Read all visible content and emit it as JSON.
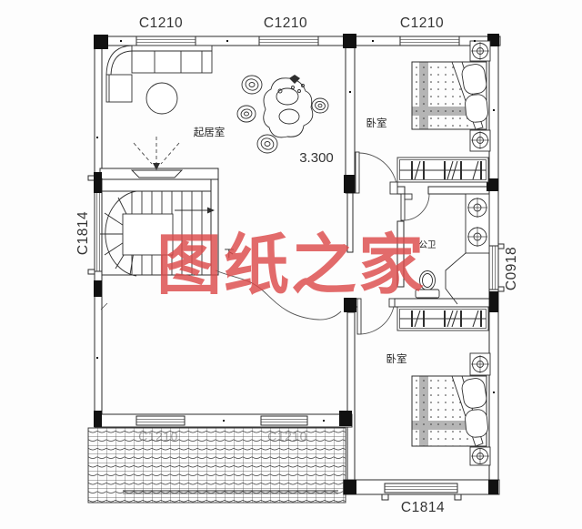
{
  "drawing": {
    "watermark": {
      "text": "图纸之家",
      "color": "#dc4b4b"
    },
    "level_mark": "3.300",
    "stair_direction": "下",
    "rooms": {
      "living_room": "起居室",
      "bedroom_upper": "卧室",
      "bedroom_lower": "卧室",
      "bathroom": "公卫"
    },
    "windows": {
      "top_1": "C1210",
      "top_2": "C1210",
      "top_3": "C1210",
      "left": "C1814",
      "right": "C0918",
      "bottom": "C1814",
      "under_roof_1": "C1210",
      "under_roof_2": "C1210"
    },
    "colors": {
      "bed_band": "#b5b5b5"
    }
  }
}
